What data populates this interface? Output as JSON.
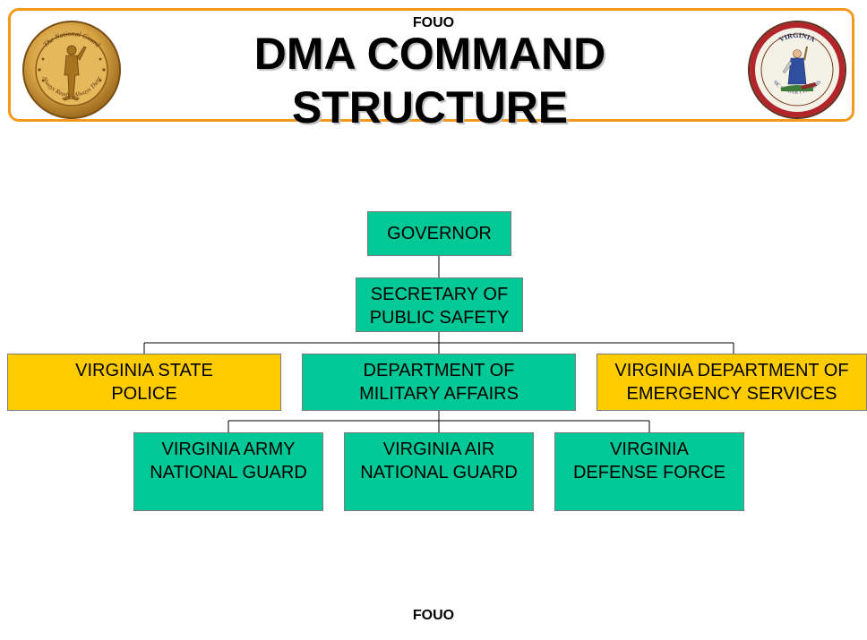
{
  "header": {
    "classification_top": "FOUO",
    "title_line1": "DMA COMMAND",
    "title_line2": "STRUCTURE"
  },
  "seals": {
    "left_icon": "national-guard-seal-icon",
    "left_text_top": "The National Guard",
    "left_text_bottom": "Always Ready · Always There",
    "right_icon": "virginia-seal-icon",
    "right_text_top": "VIRGINIA",
    "right_text_bottom": "SIC SEMPER TYRANNIS"
  },
  "org_chart": {
    "governor": "GOVERNOR",
    "secretary": "SECRETARY OF\nPUBLIC SAFETY",
    "state_police": "VIRGINIA STATE\nPOLICE",
    "dma": "DEPARTMENT OF\nMILITARY AFFAIRS",
    "emergency_services": "VIRGINIA DEPARTMENT OF\nEMERGENCY SERVICES",
    "army_guard": "VIRGINIA ARMY\nNATIONAL GUARD",
    "air_guard": "VIRGINIA AIR\nNATIONAL GUARD",
    "defense_force": "VIRGINIA\nDEFENSE FORCE"
  },
  "colors": {
    "header_border": "#f39a1e",
    "box_green": "#00c896",
    "box_yellow": "#ffcc00"
  },
  "footer": {
    "classification_bottom": "FOUO"
  }
}
